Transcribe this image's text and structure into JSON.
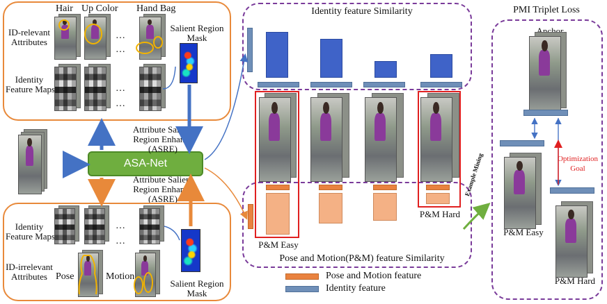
{
  "top_panel": {
    "col_hair": "Hair",
    "col_upcolor": "Up Color",
    "col_handbag": "Hand Bag",
    "row_id_relevant": [
      "ID-relevant",
      "Attributes"
    ],
    "row_feature_maps": [
      "Identity",
      "Feature Maps"
    ],
    "salient_mask": [
      "Salient Region",
      "Mask"
    ],
    "ellipsis": "…"
  },
  "bottom_panel": {
    "row_feature_maps": [
      "Identity",
      "Feature Maps"
    ],
    "row_id_irrelevant": [
      "ID-irrelevant",
      "Attributes"
    ],
    "pose": "Pose",
    "motion": "Motion",
    "salient_mask": [
      "Salient Region",
      "Mask"
    ],
    "ellipsis": "…"
  },
  "center": {
    "asanet": "ASA-Net",
    "asre_top": [
      "Attribute Salient",
      "Region Enhance",
      "(ASRE)"
    ],
    "asre_bottom": [
      "Attribute Salient",
      "Region Enhance",
      "(ASRE)"
    ]
  },
  "similarity": {
    "identity_title": "Identity feature Similarity",
    "pm_title": "Pose and Motion(P&M) feature Similarity",
    "pm_easy": "P&M Easy",
    "pm_hard": "P&M Hard",
    "example_mining": "Example Mining"
  },
  "legend": {
    "pm_feature": "Pose and Motion feature",
    "identity_feature": "Identity feature"
  },
  "triplet": {
    "title": "PMI Triplet Loss",
    "anchor": "Anchor",
    "optimization_goal": [
      "Optimization",
      "Goal"
    ],
    "pm_easy": "P&M Easy",
    "pm_hard": "P&M Hard"
  },
  "colors": {
    "orange_border": "#e8893a",
    "purple_dash": "#7a3b9a",
    "identity_bar": "#3f63c8",
    "pm_bar": "#f4b185",
    "red_highlight": "#e02020",
    "asanet_green": "#6fae3f"
  }
}
